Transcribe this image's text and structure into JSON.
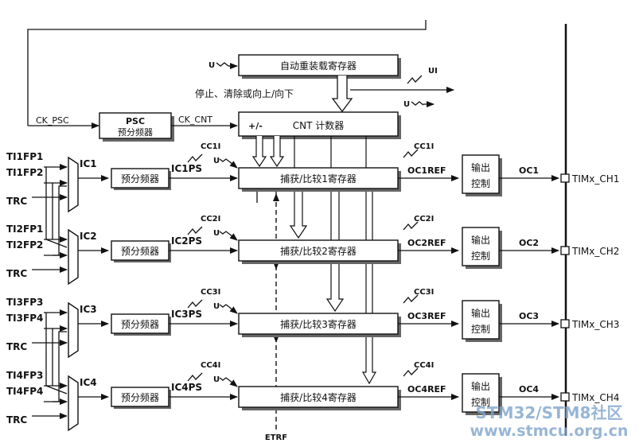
{
  "blocks": {
    "arr": "自动重装载寄存器",
    "psc_title": "PSC",
    "psc_sub": "预分频器",
    "cnt": "CNT 计数器",
    "cnt_sign": "+/-",
    "prescaler": "预分频器",
    "cc1": "捕获/比较1寄存器",
    "cc2": "捕获/比较2寄存器",
    "cc3": "捕获/比较3寄存器",
    "cc4": "捕获/比较4寄存器",
    "out_ctrl_1": "输出",
    "out_ctrl_2": "控制"
  },
  "labels": {
    "ck_psc": "CK_PSC",
    "ck_cnt": "CK_CNT",
    "stop_clear": "停止、清除或向上/向下",
    "u": "U",
    "ui": "UI",
    "etrf": "ETRF",
    "trc": "TRC"
  },
  "channels": [
    {
      "in_a": "TI1FP1",
      "in_b": "TI1FP2",
      "ic": "IC1",
      "icps": "IC1PS",
      "ccif": "CC1I",
      "ocref": "OC1REF",
      "oc": "OC1",
      "pin": "TIMx_CH1"
    },
    {
      "in_a": "TI2FP1",
      "in_b": "TI2FP2",
      "ic": "IC2",
      "icps": "IC2PS",
      "ccif": "CC2I",
      "ocref": "OC2REF",
      "oc": "OC2",
      "pin": "TIMx_CH2"
    },
    {
      "in_a": "TI3FP3",
      "in_b": "TI3FP4",
      "ic": "IC3",
      "icps": "IC3PS",
      "ccif": "CC3I",
      "ocref": "OC3REF",
      "oc": "OC3",
      "pin": "TIMx_CH3"
    },
    {
      "in_a": "TI4FP3",
      "in_b": "TI4FP4",
      "ic": "IC4",
      "icps": "IC4PS",
      "ccif": "CC4I",
      "ocref": "OC4REF",
      "oc": "OC4",
      "pin": "TIMx_CH4"
    }
  ],
  "watermark": {
    "line1": "STM32/STM8社区",
    "line2": "www.stmcu.org.cn"
  }
}
